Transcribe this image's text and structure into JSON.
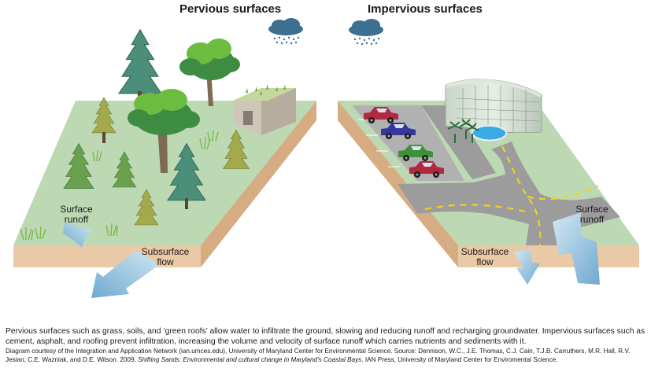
{
  "titles": {
    "pervious": "Pervious surfaces",
    "impervious": "Impervious surfaces"
  },
  "labels": {
    "left_surface_runoff": [
      "Surface",
      "runoff"
    ],
    "left_subsurface_flow": [
      "Subsurface",
      "flow"
    ],
    "right_subsurface_flow": [
      "Subsurface",
      "flow"
    ],
    "right_surface_runoff": [
      "Surface",
      "runoff"
    ]
  },
  "caption": {
    "main": "Pervious surfaces such as grass, soils, and ‘green roofs’ allow water to infiltrate the ground, slowing and reducing runoff and recharging groundwater. Impervious surfaces such as cement, asphalt, and roofing prevent infiltration, increasing the volume and velocity of surface runoff which carries nutrients and sediments with it.",
    "credit_before": "Diagram courtesy of the Integration and Application Network (ian.umces.edu), University of Maryland Center for Environmental Science. Source: Dennison, W.C., J.E. Thomas, C.J. Cain, T.J.B. Carruthers, M.R. Hall, R.V. Jesian, C.E. Wazniak, and D.E. Wilson. 2009. ",
    "credit_italic": "Shifting Sands: Environmental and cultural change in Maryland's Coastal Bays",
    "credit_after": ". IAN Press, University of Maryland Center for Enviromental Science."
  },
  "colors": {
    "grass": "#bcd9b4",
    "soil_front": "#e9c9a6",
    "soil_side": "#d6ad82",
    "asphalt": "#9c9c9c",
    "parking": "#b1b1b1",
    "road_line": "#f2d21c",
    "water_arrow": "#8fc0de",
    "cloud": "#3d6f91",
    "tree_dark": "#3d8c41",
    "tree_light": "#6cbc3f",
    "conifer": "#4b8f7b",
    "car_red": "#b1283f",
    "car_blue": "#36379c",
    "car_green": "#3c9239"
  },
  "icons": [
    "rain-cloud-icon",
    "tree-icon",
    "conifer-icon",
    "car-icon",
    "building-icon",
    "palm-icon",
    "pool-icon",
    "flow-arrow-icon"
  ]
}
